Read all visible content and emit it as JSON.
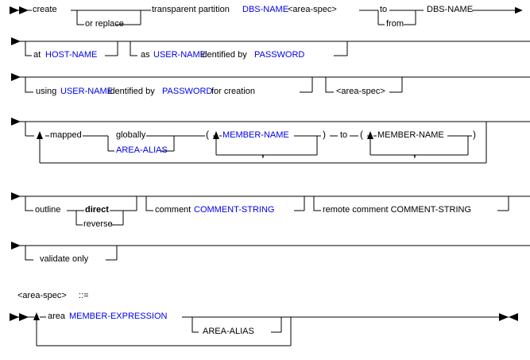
{
  "diagram": {
    "title": "create transparent partition syntax diagram",
    "colors": {
      "variable": "#0000ee",
      "keyword": "#000000",
      "rail": "#000000",
      "background": "#ffffff"
    },
    "rows": [
      {
        "id": "row-1",
        "start_marker": "double-arrow-start",
        "end_marker": "arrow-continue",
        "tokens": [
          {
            "name": "create",
            "text": "create",
            "kind": "keyword"
          },
          {
            "name": "or-replace",
            "text": "or replace",
            "kind": "keyword",
            "optional": true
          },
          {
            "name": "transparent-partition",
            "text": "transparent partition",
            "kind": "keyword"
          },
          {
            "name": "dbs-name-1",
            "text": "DBS-NAME",
            "kind": "variable"
          },
          {
            "name": "area-spec-ref-1",
            "text": "<area-spec>",
            "kind": "meta"
          },
          {
            "name": "to",
            "text": "to",
            "kind": "keyword"
          },
          {
            "name": "from",
            "text": "from",
            "kind": "keyword"
          },
          {
            "name": "dbs-name-2",
            "text": "DBS-NAME",
            "kind": "keyword"
          }
        ]
      },
      {
        "id": "row-2",
        "start_marker": "arrow-continue",
        "end_marker": "line-continue",
        "tokens": [
          {
            "name": "at",
            "text": "at",
            "kind": "keyword"
          },
          {
            "name": "host-name",
            "text": "HOST-NAME",
            "kind": "variable"
          },
          {
            "name": "as",
            "text": "as",
            "kind": "keyword"
          },
          {
            "name": "user-name-1",
            "text": "USER-NAME",
            "kind": "variable"
          },
          {
            "name": "identified-by-1",
            "text": "identified by",
            "kind": "keyword"
          },
          {
            "name": "password-1",
            "text": "PASSWORD",
            "kind": "variable"
          }
        ]
      },
      {
        "id": "row-3",
        "start_marker": "arrow-continue",
        "end_marker": "line-continue",
        "tokens": [
          {
            "name": "using",
            "text": "using",
            "kind": "keyword"
          },
          {
            "name": "user-name-2",
            "text": "USER-NAME",
            "kind": "variable"
          },
          {
            "name": "identified-by-2",
            "text": "identified by",
            "kind": "keyword"
          },
          {
            "name": "password-2",
            "text": "PASSWORD",
            "kind": "variable"
          },
          {
            "name": "for-creation",
            "text": "for creation",
            "kind": "keyword"
          },
          {
            "name": "area-spec-ref-2",
            "text": "<area-spec>",
            "kind": "meta"
          }
        ]
      },
      {
        "id": "row-4",
        "start_marker": "arrow-continue",
        "end_marker": "arrow-continue",
        "tokens": [
          {
            "name": "mapped",
            "text": "mapped",
            "kind": "keyword"
          },
          {
            "name": "globally",
            "text": "globally",
            "kind": "keyword"
          },
          {
            "name": "area-alias-1",
            "text": "AREA-ALIAS",
            "kind": "variable"
          },
          {
            "name": "paren-open-1",
            "text": "(",
            "kind": "punct"
          },
          {
            "name": "member-name-1",
            "text": "MEMBER-NAME",
            "kind": "variable"
          },
          {
            "name": "comma-1",
            "text": ",",
            "kind": "punct"
          },
          {
            "name": "paren-close-1",
            "text": ")",
            "kind": "punct"
          },
          {
            "name": "to-2",
            "text": "to",
            "kind": "keyword"
          },
          {
            "name": "paren-open-2",
            "text": "(",
            "kind": "punct"
          },
          {
            "name": "member-name-2",
            "text": "MEMBER-NAME",
            "kind": "keyword"
          },
          {
            "name": "comma-2",
            "text": ",",
            "kind": "punct"
          },
          {
            "name": "paren-close-2",
            "text": ")",
            "kind": "punct"
          }
        ]
      },
      {
        "id": "row-5",
        "start_marker": "arrow-continue",
        "end_marker": "arrow-continue",
        "tokens": [
          {
            "name": "outline",
            "text": "outline",
            "kind": "keyword"
          },
          {
            "name": "direct",
            "text": "direct",
            "kind": "keyword-bold"
          },
          {
            "name": "reverse",
            "text": "reverse",
            "kind": "keyword"
          },
          {
            "name": "comment",
            "text": "comment",
            "kind": "keyword"
          },
          {
            "name": "comment-string-1",
            "text": "COMMENT-STRING",
            "kind": "variable"
          },
          {
            "name": "remote-comment",
            "text": "remote comment COMMENT-STRING",
            "kind": "keyword"
          }
        ]
      },
      {
        "id": "row-6",
        "start_marker": "arrow-continue",
        "end_marker": "line-continue",
        "tokens": [
          {
            "name": "validate-only",
            "text": "validate only",
            "kind": "keyword"
          }
        ]
      }
    ],
    "production": {
      "name": "area-spec-production",
      "lhs": "<area-spec>",
      "assign": "::=",
      "start_marker": "double-arrow-start",
      "end_marker": "double-arrow-end",
      "tokens": [
        {
          "name": "area",
          "text": "area",
          "kind": "keyword"
        },
        {
          "name": "member-expression",
          "text": "MEMBER-EXPRESSION",
          "kind": "variable"
        },
        {
          "name": "area-alias-2",
          "text": "AREA-ALIAS",
          "kind": "keyword"
        }
      ]
    }
  },
  "labels": {
    "create": "create",
    "or_replace": "or replace",
    "transparent_partition": "transparent partition",
    "dbs_name_1": "DBS-NAME",
    "area_spec_1": "<area-spec>",
    "to": "to",
    "from": "from",
    "dbs_name_2": "DBS-NAME",
    "at": "at",
    "host_name": "HOST-NAME",
    "as": "as",
    "user_name_1": "USER-NAME",
    "identified_by_1": "identified by",
    "password_1": "PASSWORD",
    "using": "using",
    "user_name_2": "USER-NAME",
    "identified_by_2": "identified by",
    "password_2": "PASSWORD",
    "for_creation": "for creation",
    "area_spec_2": "<area-spec>",
    "mapped": "mapped",
    "globally": "globally",
    "area_alias_1": "AREA-ALIAS",
    "paren_open_1": "(",
    "member_name_1": "MEMBER-NAME",
    "comma_1": ",",
    "paren_close_1": ")",
    "to_2": "to",
    "paren_open_2": "(",
    "member_name_2": "MEMBER-NAME",
    "comma_2": ",",
    "paren_close_2": ")",
    "outline": "outline",
    "direct": "direct",
    "reverse": "reverse",
    "comment": "comment",
    "comment_string_1": "COMMENT-STRING",
    "remote_comment": "remote comment COMMENT-STRING",
    "validate_only": "validate only",
    "area_spec_lhs": "<area-spec>",
    "assign": "::=",
    "area": "area",
    "member_expression": "MEMBER-EXPRESSION",
    "area_alias_2": "AREA-ALIAS"
  }
}
